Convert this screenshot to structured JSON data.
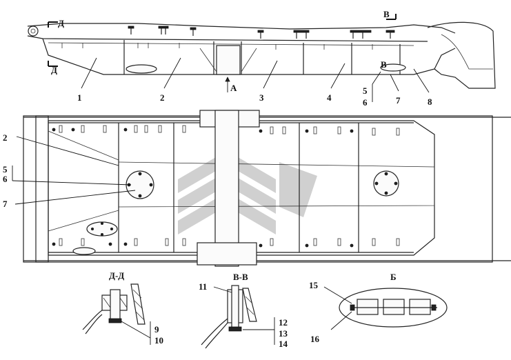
{
  "callouts": {
    "top": [
      "1",
      "2",
      "3",
      "4",
      "5",
      "6",
      "7",
      "8"
    ],
    "plan": [
      "2",
      "5",
      "6",
      "7"
    ],
    "dd": [
      "9",
      "10"
    ],
    "vv": [
      "11",
      "12",
      "13",
      "14"
    ],
    "b": [
      "15",
      "16"
    ]
  },
  "view_markers": {
    "d_top": "Д",
    "d_bottom": "Д",
    "v_top": "В",
    "v_mid": "В",
    "arrow_a": "А"
  },
  "section_titles": {
    "dd": "Д-Д",
    "vv": "В-В",
    "b": "Б"
  },
  "colors": {
    "line": "#222222",
    "watermark": "#c8c8c8"
  }
}
